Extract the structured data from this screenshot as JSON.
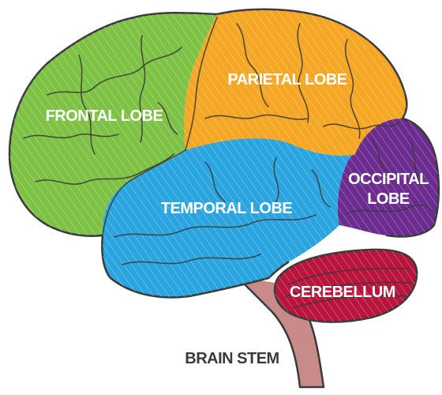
{
  "regions": {
    "frontal": {
      "label": "FRONTAL LOBE",
      "color": "#7dc244"
    },
    "parietal": {
      "label": "PARIETAL LOBE",
      "color": "#f5a623"
    },
    "temporal": {
      "label": "TEMPORAL LOBE",
      "color": "#2aa5e0"
    },
    "occipital": {
      "label_line1": "OCCIPITAL",
      "label_line2": "LOBE",
      "color": "#6b2b8f"
    },
    "cerebellum": {
      "label": "CEREBELLUM",
      "color": "#b8143c"
    },
    "brainstem": {
      "label": "BRAIN STEM",
      "color": "#c98a8a"
    }
  },
  "outline_color": "#3a3a3a"
}
